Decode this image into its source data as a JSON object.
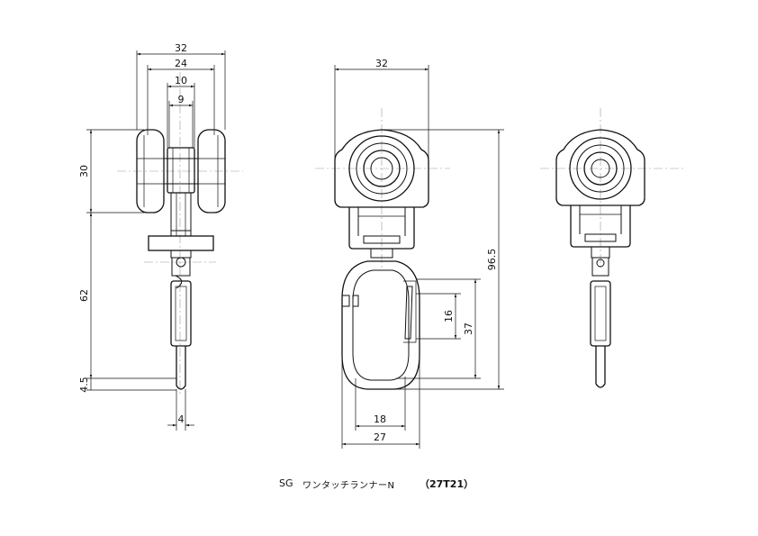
{
  "dimensions": {
    "side_view": {
      "overall_width": "32",
      "wheel_span": "24",
      "body_width": "10",
      "axle_width": "9",
      "wheel_height": "30",
      "stem_length": "62",
      "tip_height": "4.5",
      "pin_diameter": "4"
    },
    "front_view": {
      "overall_width": "32",
      "overall_height": "96.5",
      "hook_height": "37",
      "latch_height": "16",
      "hook_inner_width": "18",
      "hook_outer_width": "27"
    }
  },
  "title": {
    "model": "SG",
    "name": "ワンタッチランナーN",
    "code": "（27T21）"
  }
}
